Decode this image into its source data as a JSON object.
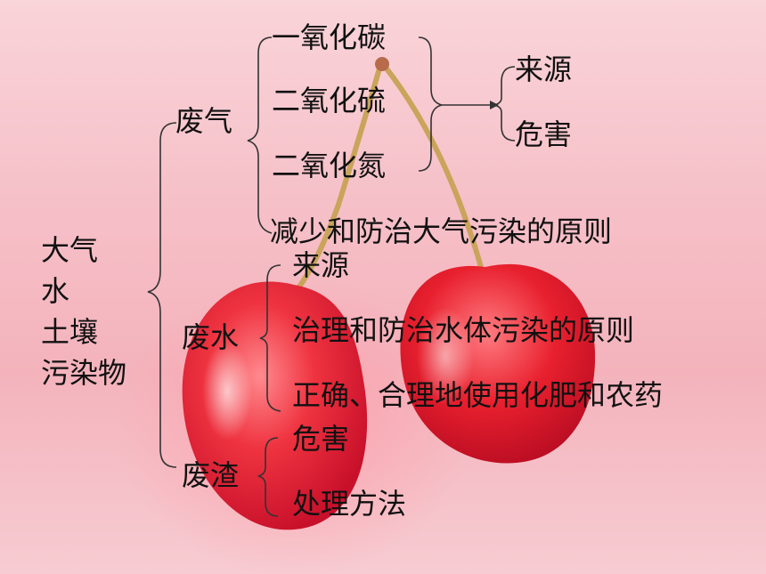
{
  "root": {
    "lines": [
      "大气",
      "水",
      "土壤",
      "污染物"
    ]
  },
  "branches": {
    "gas": {
      "label": "废气",
      "items": [
        "一氧化碳",
        "二氧化硫",
        "二氧化氮"
      ],
      "aspects": [
        "来源",
        "危害"
      ],
      "principle": "减少和防治大气污染的原则"
    },
    "water": {
      "label": "废水",
      "items": [
        "来源",
        "治理和防治水体污染的原则",
        "正确、合理地使用化肥和农药"
      ]
    },
    "solid": {
      "label": "废渣",
      "items": [
        "危害",
        "处理方法"
      ]
    }
  },
  "background": {
    "description_colors": {
      "backdrop": "#f6c0c8",
      "cherry": "#e8202e",
      "stem": "#c9a45a"
    }
  }
}
